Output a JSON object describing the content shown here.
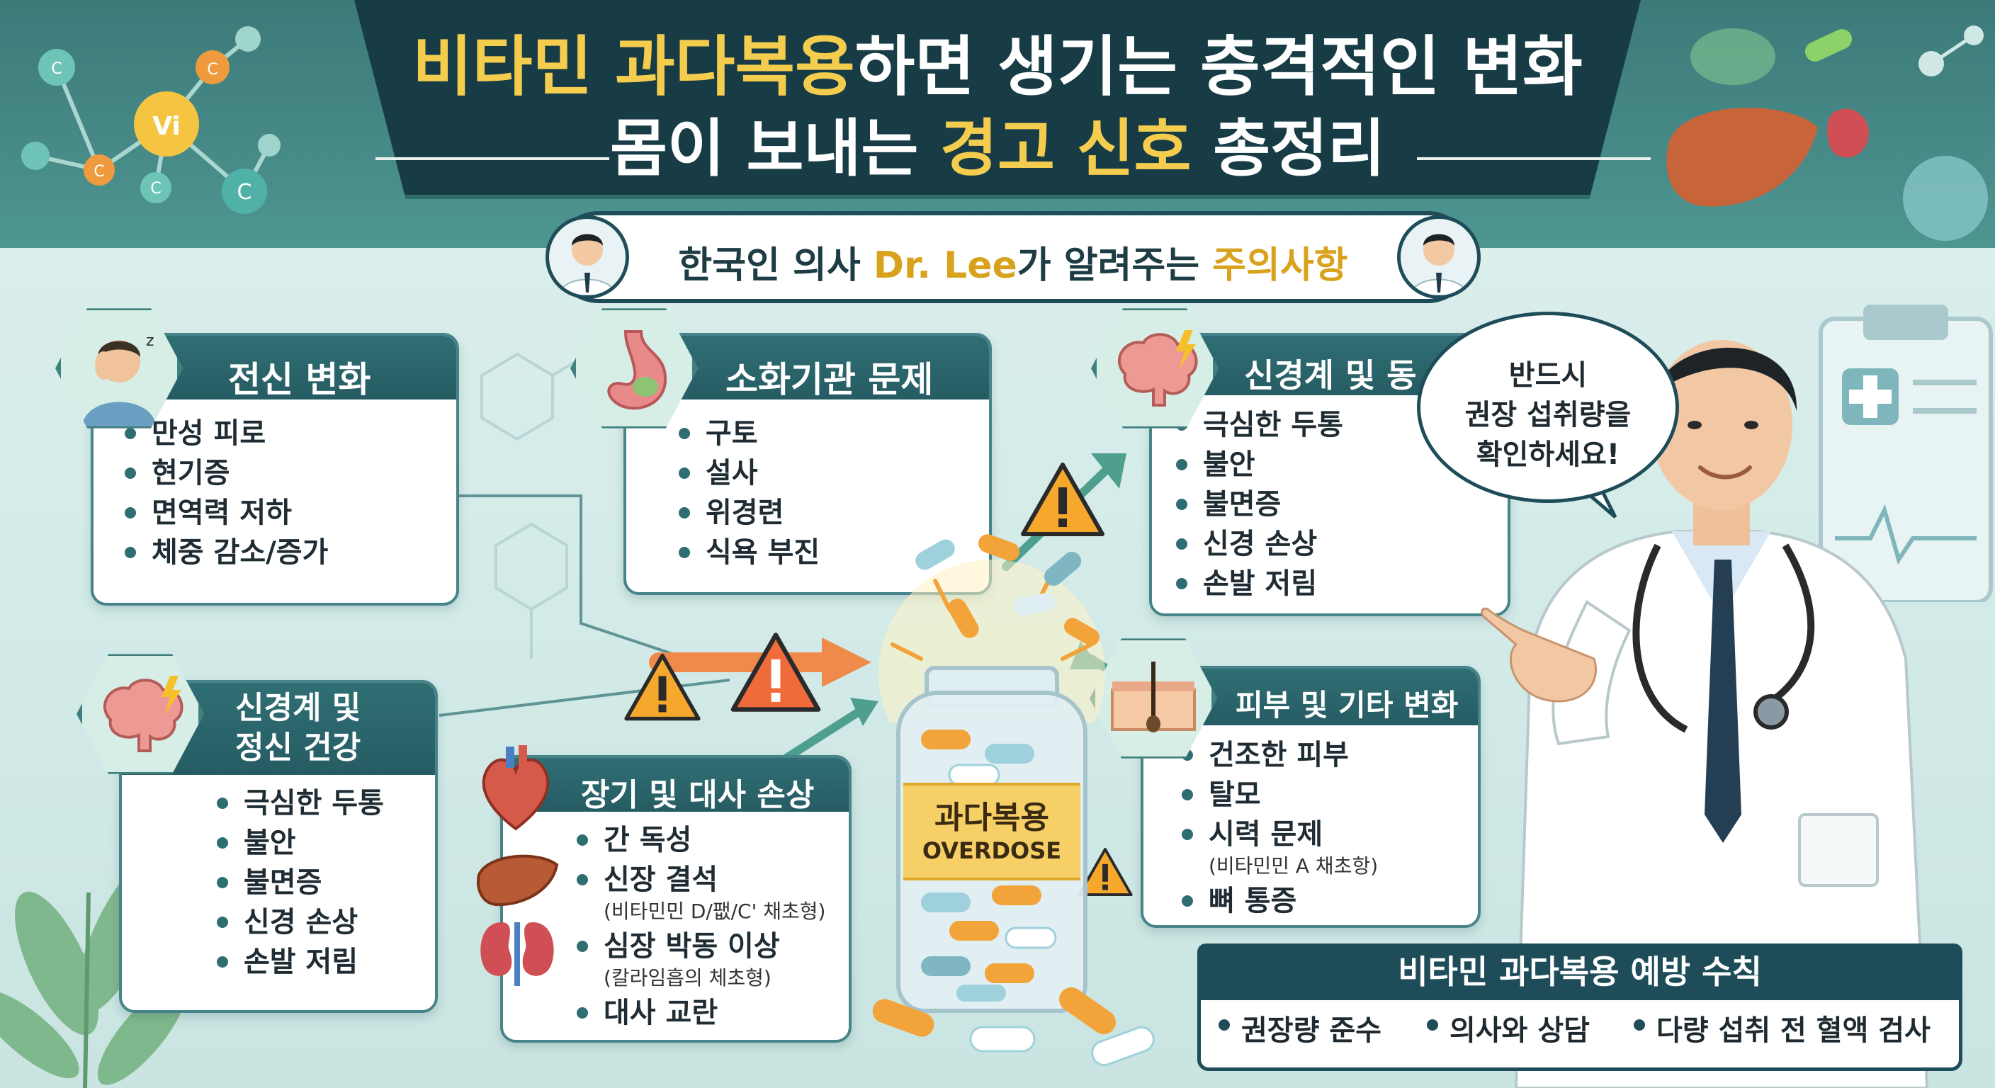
{
  "header": {
    "title_line1_highlight": "비타민 과다복용",
    "title_line1_rest": "하면 생기는 충격적인 변화",
    "title_line2_prefix": "몸이 보내는 ",
    "title_line2_highlight": "경고 신호",
    "title_line2_suffix": " 총정리",
    "subtitle_prefix": "한국인 의사 ",
    "subtitle_name": "Dr. Lee",
    "subtitle_mid": "가 알려주는 ",
    "subtitle_highlight": "주의사항"
  },
  "molecule_labels": [
    "Vi",
    "C",
    "C",
    "C",
    "C",
    "C"
  ],
  "cards": {
    "systemic": {
      "title": "전신 변화",
      "icon": "tired-person-icon",
      "items": [
        "만성 피로",
        "현기증",
        "면역력 저하",
        "체중 감소/증가"
      ]
    },
    "digestive": {
      "title": "소화기관 문제",
      "icon": "stomach-icon",
      "items": [
        "구토",
        "설사",
        "위경련",
        "식욕 부진"
      ]
    },
    "nervous_top": {
      "title": "신경계 및 동",
      "icon": "brain-icon",
      "items": [
        "극심한 두통",
        "불안",
        "불면증",
        "신경 손상",
        "손발 저림"
      ]
    },
    "mental": {
      "title_line1": "신경계 및",
      "title_line2": "정신 건강",
      "icon": "brain-icon",
      "items": [
        "극심한 두통",
        "불안",
        "불면증",
        "신경 손상",
        "손발 저림"
      ]
    },
    "organ": {
      "title": "장기 및 대사 손상",
      "icons": [
        "heart-icon",
        "liver-icon",
        "kidney-icon"
      ],
      "items": [
        "간 독성",
        "신장 결석",
        "심장 박동 이상",
        "대사 교란"
      ],
      "note_kidney": "(비타민민 D/팺/C' 채초형)",
      "note_heart": "(칼라임흡의 체초형)"
    },
    "skin": {
      "title": "피부 및 기타 변화",
      "icon": "skin-icon",
      "items": [
        "건조한 피부",
        "탈모",
        "시력 문제",
        "뼈 통증"
      ],
      "note_vision": "(비타민민 A 채초항)"
    }
  },
  "bubble": {
    "line1": "반드시",
    "line2": "권장 섭취량을",
    "line3": "확인하세요!"
  },
  "bottle": {
    "label_ko": "과다복용",
    "label_en": "OVERDOSE"
  },
  "prevention": {
    "title": "비타민 과다복용 예방 수칙",
    "items": [
      "권장량 준수",
      "의사와 상담",
      "다량 섭취 전 혈액 검사"
    ]
  },
  "colors": {
    "navy": "#1e4d59",
    "teal": "#2f6f74",
    "gold": "#f5cd4e",
    "warning": "#f29a2e",
    "arrow": "#f08a4b"
  }
}
